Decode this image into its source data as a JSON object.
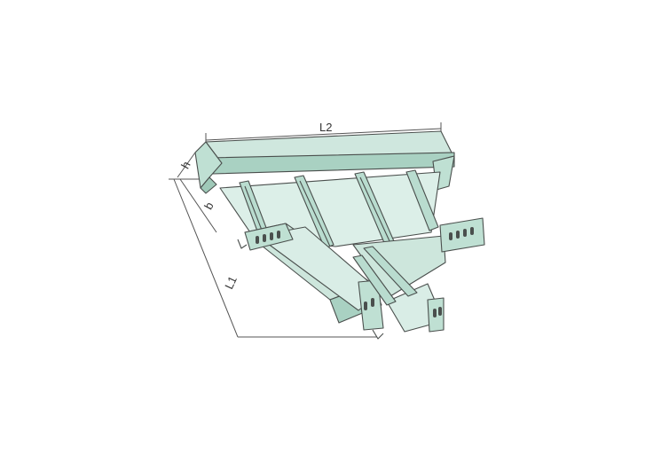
{
  "diagram": {
    "labels": {
      "L2": "L2",
      "h": "h",
      "b": "b",
      "L1": "L1"
    },
    "colors": {
      "steel_light": "#d9ede6",
      "steel_mid": "#bfdfd3",
      "steel_dark": "#9fc9b8",
      "line": "#4a4f4d",
      "background": "#ffffff"
    }
  }
}
